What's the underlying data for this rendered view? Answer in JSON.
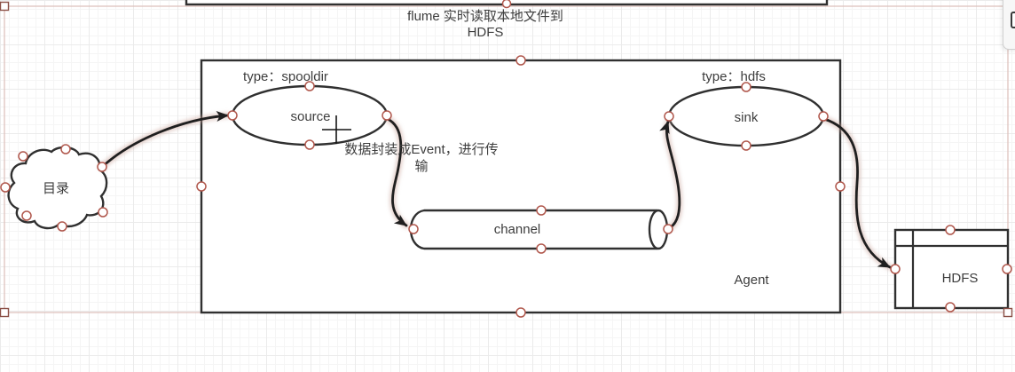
{
  "diagram": {
    "title": {
      "line1": "flume 实时读取本地文件到",
      "line2": "HDFS"
    },
    "nodes": {
      "directory": {
        "label": "目录"
      },
      "source": {
        "label": "source",
        "annotation": "type：spooldir"
      },
      "channel": {
        "label": "channel"
      },
      "sink": {
        "label": "sink",
        "annotation": "type：hdfs"
      },
      "agent_container": {
        "label": "Agent"
      },
      "hdfs_storage": {
        "label": "HDFS"
      }
    },
    "notes": {
      "event_note_line1": "数据封装成Event，进行传",
      "event_note_line2": "输"
    }
  },
  "colors": {
    "shape_stroke": "#303030",
    "arrow": "#1f1f1f",
    "text": "#3d3d3d",
    "connection_point": "#b0574c",
    "handle_stroke": "#8a4f46",
    "selection": "#dcbfb9",
    "grid_minor": "#f5f5f5",
    "grid_major": "#ebebeb",
    "panel_bg": "#f7f7f7"
  }
}
